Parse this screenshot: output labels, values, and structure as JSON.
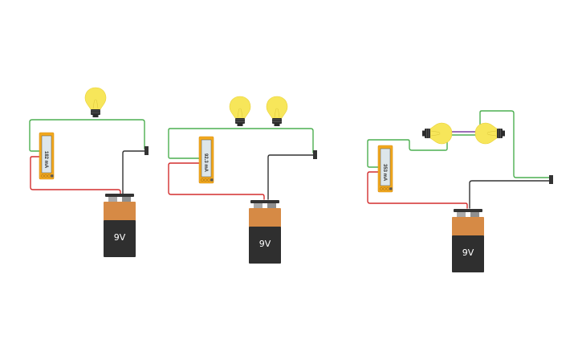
{
  "colors": {
    "background": "#ffffff",
    "wire_green": "#4caf50",
    "wire_red": "#d32f2f",
    "wire_black": "#333333",
    "wire_purple": "#7b3fa0",
    "bulb_glass": "#f7e65a",
    "bulb_base": "#2b2b2b",
    "meter_body": "#f2a81d",
    "meter_screen": "#dde6ea",
    "battery_top": "#d68a45",
    "battery_body": "#2f2f2f",
    "battery_cap": "#333333",
    "terminal": "#a9a9a9"
  },
  "circuits": [
    {
      "name": "single-bulb-circuit",
      "bulb_count": 1,
      "multimeter": {
        "reading": "182 mA"
      },
      "battery": {
        "label": "9V"
      }
    },
    {
      "name": "two-bulbs-series-circuit",
      "bulb_count": 2,
      "multimeter": {
        "reading": "92.3 mA"
      },
      "battery": {
        "label": "9V"
      }
    },
    {
      "name": "two-bulbs-parallel-circuit",
      "bulb_count": 2,
      "multimeter": {
        "reading": "353 mA"
      },
      "battery": {
        "label": "9V"
      }
    }
  ]
}
